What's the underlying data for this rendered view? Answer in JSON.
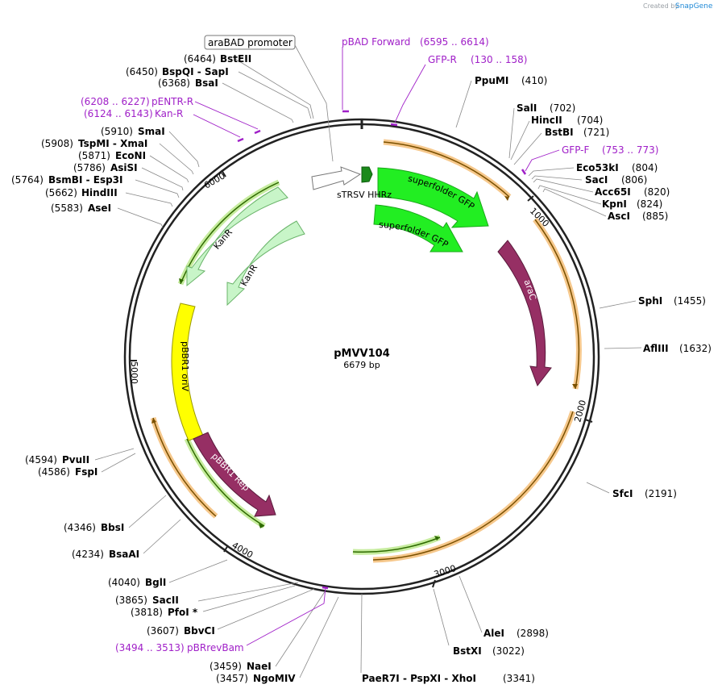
{
  "credit": {
    "prefix": "Created by",
    "brand": "SnapGene"
  },
  "plasmid": {
    "name": "pMVV104",
    "size": "6679 bp",
    "length": 6679
  },
  "colors": {
    "backbone": "#222222",
    "primer": "#a020c8",
    "sfgfp": "#22ee22",
    "kanr": "#c8f5c8",
    "arac": "#962f64",
    "orange_feature": "#f0a040",
    "green_feature": "#7ec850",
    "pbbr1_oriv": "#ffff00",
    "pbbr1_rep": "#962f64",
    "hhrz": "#1a8a1a",
    "promoter": "#ffffff"
  },
  "ticks": [
    "1000",
    "2000",
    "3000",
    "4000",
    "5000",
    "6000"
  ],
  "sites": [
    {
      "num": "(6464)",
      "name": "BstEII"
    },
    {
      "num": "(6450)",
      "name": "BspQI  -  SapI"
    },
    {
      "num": "(6368)",
      "name": "BsaI"
    },
    {
      "num": "(5910)",
      "name": "SmaI"
    },
    {
      "num": "(5908)",
      "name": "TspMI  -  XmaI"
    },
    {
      "num": "(5871)",
      "name": "EcoNI"
    },
    {
      "num": "(5786)",
      "name": "AsiSI"
    },
    {
      "num": "(5764)",
      "name": "BsmBI  -  Esp3I"
    },
    {
      "num": "(5662)",
      "name": "HindIII"
    },
    {
      "num": "(5583)",
      "name": "AseI"
    },
    {
      "num": "(410)",
      "name": "PpuMI"
    },
    {
      "num": "(702)",
      "name": "SalI"
    },
    {
      "num": "(704)",
      "name": "HincII"
    },
    {
      "num": "(721)",
      "name": "BstBI"
    },
    {
      "num": "(804)",
      "name": "Eco53kI"
    },
    {
      "num": "(806)",
      "name": "SacI"
    },
    {
      "num": "(820)",
      "name": "Acc65I"
    },
    {
      "num": "(824)",
      "name": "KpnI"
    },
    {
      "num": "(885)",
      "name": "AscI"
    },
    {
      "num": "(1455)",
      "name": "SphI"
    },
    {
      "num": "(1632)",
      "name": "AflIII"
    },
    {
      "num": "(2191)",
      "name": "SfcI"
    },
    {
      "num": "(2898)",
      "name": "AleI"
    },
    {
      "num": "(3022)",
      "name": "BstXI"
    },
    {
      "num": "(3341)",
      "name": "PaeR7I  -  PspXI  -  XhoI"
    },
    {
      "num": "(3459)",
      "name": "NaeI"
    },
    {
      "num": "(3457)",
      "name": "NgoMIV"
    },
    {
      "num": "(3607)",
      "name": "BbvCI"
    },
    {
      "num": "(3818)",
      "name": "PfoI *"
    },
    {
      "num": "(3865)",
      "name": "SacII"
    },
    {
      "num": "(4040)",
      "name": "BglI"
    },
    {
      "num": "(4234)",
      "name": "BsaAI"
    },
    {
      "num": "(4346)",
      "name": "BbsI"
    },
    {
      "num": "(4586)",
      "name": "FspI"
    },
    {
      "num": "(4594)",
      "name": "PvuII"
    }
  ],
  "primers": [
    {
      "name": "pBAD Forward",
      "range": "(6595 .. 6614)"
    },
    {
      "name": "GFP-R",
      "range": "(130 .. 158)"
    },
    {
      "name": "pENTR-R",
      "range": "(6208 .. 6227)"
    },
    {
      "name": "Kan-R",
      "range": "(6124 .. 6143)"
    },
    {
      "name": "GFP-F",
      "range": "(753 .. 773)"
    },
    {
      "name": "pBRrevBam",
      "range": "(3494 .. 3513)"
    }
  ],
  "features": {
    "arabad_promoter": "araBAD promoter",
    "strsv_hhrz": "sTRSV HHRz",
    "sfgfp_1": "superfolder GFP",
    "sfgfp_2": "superfolder GFP",
    "arac": "araC",
    "kanr_1": "KanR",
    "kanr_2": "KanR",
    "pbbr1_oriv": "pBBR1 oriV",
    "pbbr1_rep": "pBBR1 Rep"
  }
}
